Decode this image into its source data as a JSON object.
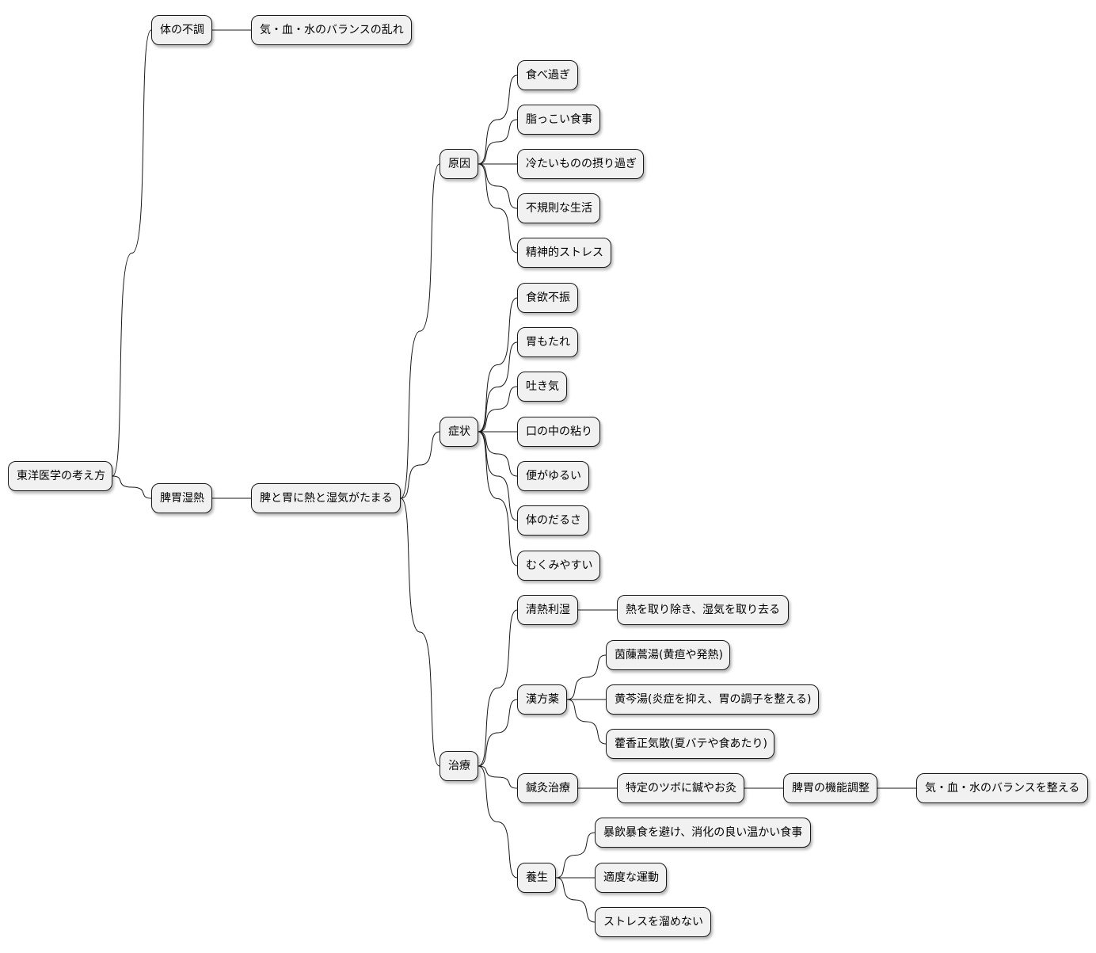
{
  "mindmap": {
    "root": "東洋医学の考え方",
    "n1": "体の不調",
    "n1_1": "気・血・水のバランスの乱れ",
    "n2": "脾胃湿熱",
    "n2_1": "脾と胃に熱と湿気がたまる",
    "cause": "原因",
    "cause_items": [
      "食べ過ぎ",
      "脂っこい食事",
      "冷たいものの摂り過ぎ",
      "不規則な生活",
      "精神的ストレス"
    ],
    "symptom": "症状",
    "symptom_items": [
      "食欲不振",
      "胃もたれ",
      "吐き気",
      "口の中の粘り",
      "便がゆるい",
      "体のだるさ",
      "むくみやすい"
    ],
    "treatment": "治療",
    "t1": "清熱利湿",
    "t1_1": "熱を取り除き、湿気を取り去る",
    "t2": "漢方薬",
    "t2_items": [
      "茵蔯蒿湯(黄疸や発熱)",
      "黄芩湯(炎症を抑え、胃の調子を整える)",
      "藿香正気散(夏バテや食あたり)"
    ],
    "t3": "鍼灸治療",
    "t3_1": "特定のツボに鍼やお灸",
    "t3_2": "脾胃の機能調整",
    "t3_3": "気・血・水のバランスを整える",
    "t4": "養生",
    "t4_items": [
      "暴飲暴食を避け、消化の良い温かい食事",
      "適度な運動",
      "ストレスを溜めない"
    ]
  }
}
